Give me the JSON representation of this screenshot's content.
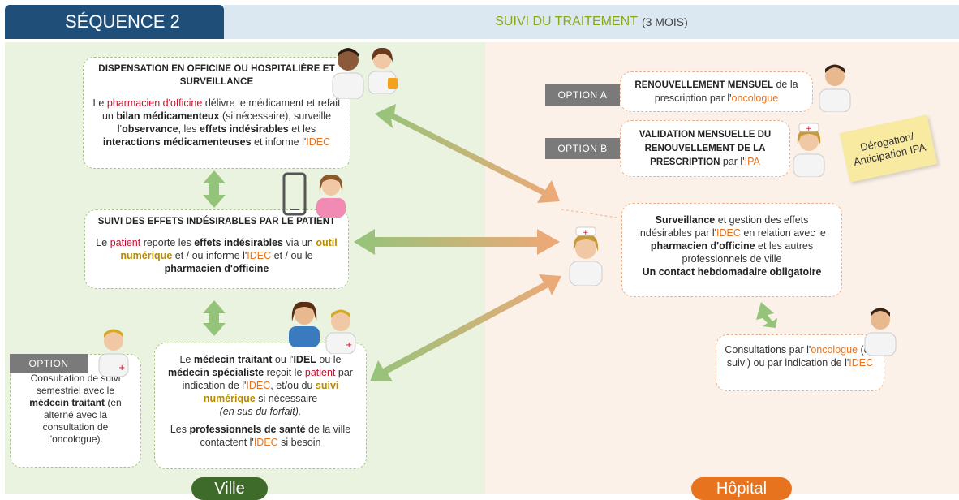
{
  "header": {
    "sequence": "SÉQUENCE 2",
    "title": "SUIVI DU TRAITEMENT",
    "subtitle": "(3 MOIS)"
  },
  "ville": {
    "label": "Ville",
    "color": "#3e6b2a",
    "card_dispensation": {
      "title": "Dispensation en Officine ou hospitalière et Surveillance",
      "p1": "Le ",
      "p2": "pharmacien d'officine",
      "p3": " délivre le médicament et refait un ",
      "p4": "bilan médicamenteux",
      "p5": " (si nécessaire), surveille l'",
      "p6": "observance",
      "p7": ", les ",
      "p8": "effets indésirables",
      "p9": " et les ",
      "p10": "interactions médicamenteuses",
      "p11": " et informe l'",
      "p12": "IDEC"
    },
    "card_effets": {
      "title": "Suivi des effets indésirables par le patient",
      "p1": "Le ",
      "p2": "patient",
      "p3": " reporte les ",
      "p4": "effets indésirables",
      "p5": " via un ",
      "p6": "outil numérique",
      "p7": " et / ou informe l'",
      "p8": "IDEC",
      "p9": " et / ou le ",
      "p10": "pharmacien d'officine"
    },
    "card_medecin": {
      "p1": "Le ",
      "p2": "médecin traitant",
      "p3": " ou l'",
      "p4": "IDEL",
      "p5": " ou le ",
      "p6": "médecin spécialiste",
      "p7": " reçoit le ",
      "p8": "patient",
      "p9": " par indication de l'",
      "p10": "IDEC",
      "p11": ", et/ou du ",
      "p12": "suivi numérique",
      "p13": " si nécessaire",
      "p14": "(en sus du forfait).",
      "p15": "Les ",
      "p16": "professionnels de santé",
      "p17": " de la ville contactent l'",
      "p18": "IDEC",
      "p19": " si besoin"
    },
    "option": {
      "tag": "OPTION",
      "p1": "Consultation de suivi semestriel avec le ",
      "p2": "médecin traitant",
      "p3": " (en alterné avec la consultation de l'oncologue)."
    }
  },
  "hopital": {
    "label": "Hôpital",
    "color": "#e8731f",
    "option_a": {
      "tag": "OPTION A",
      "p1": "Renouvellement mensuel",
      "p2": " de la prescription par l'",
      "p3": "oncologue"
    },
    "option_b": {
      "tag": "OPTION B",
      "p1": "Validation mensuelle du Renouvellement de la prescription",
      "p2": " par l'",
      "p3": "IPA"
    },
    "note": "Dérogation/ Anticipation IPA",
    "card_surveillance": {
      "p1": "Surveillance",
      "p2": " et gestion des effets indésirables par l'",
      "p3": "IDEC",
      "p4": " en relation avec le ",
      "p5": "pharmacien d'officine",
      "p6": " et les autres professionnels de ville",
      "p7": "Un contact hebdomadaire obligatoire"
    },
    "card_consult": {
      "p1": "Consultations par l'",
      "p2": "oncologue",
      "p3": " (de suivi) ou par indication de l'",
      "p4": "IDEC"
    }
  },
  "colors": {
    "green_arrow": "#94c47a",
    "orange_arrow": "#f0a878",
    "navy": "#1f4e79"
  },
  "icons": [
    "pharmacist-icon",
    "doctor-icon",
    "nurse-icon",
    "smartphone-icon",
    "patient-icon",
    "arrow-icon"
  ]
}
